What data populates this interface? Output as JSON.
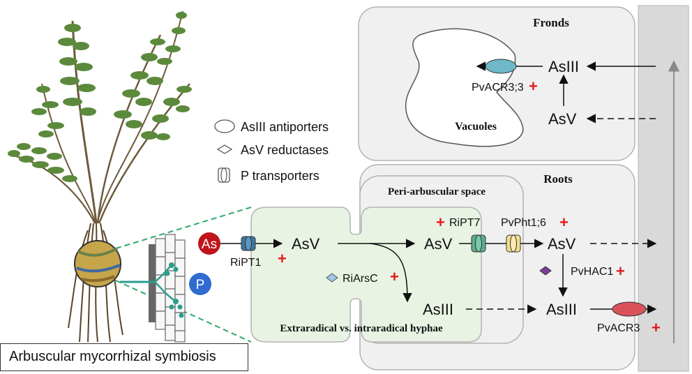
{
  "caption": "Arbuscular mycorrhizal symbiosis",
  "legend": {
    "antiporters": "AsIII antiporters",
    "reductases": "AsV reductases",
    "transporters": "P transporters"
  },
  "compartments": {
    "fronds": "Fronds",
    "roots": "Roots",
    "vacuoles": "Vacuoles",
    "peri_arbuscular": "Peri-arbuscular space",
    "hyphae": "Extraradical vs. intraradical hyphae"
  },
  "badges": {
    "as": "As",
    "p": "P"
  },
  "species": {
    "asv_hyphae": "AsV",
    "asv_peri": "AsV",
    "asiii_peri": "AsIII",
    "asv_root": "AsV",
    "asiii_root": "AsIII",
    "asiii_frond": "AsIII",
    "asv_frond": "AsV"
  },
  "proteins": {
    "ript1": "RiPT1",
    "riarsc": "RiArsC",
    "ript7": "RiPT7",
    "pvpht16": "PvPht1;6",
    "pvhac1": "PvHAC1",
    "pvacr3": "PvACR3",
    "pvacr33": "PvACR3;3"
  },
  "markers": {
    "plus": "+"
  },
  "colors": {
    "compartment_fill": "#f0f0f0",
    "compartment_stroke": "#b3b3b3",
    "hyphae_fill": "#e9f3e3",
    "vessel_fill": "#d9d9d9",
    "plus_red": "#e41a1c",
    "as_badge": "#c0141c",
    "p_badge": "#2f6bd0",
    "ript1": "#3c78a0",
    "ript7": "#58b08e",
    "pvpht16": "#f5de8c",
    "pvacr3": "#d9525a",
    "pvacr33": "#6fb8c8",
    "riarsc": "#9ec6e8",
    "pvhac1": "#7a3d9c",
    "dashed_green": "#2ea86b"
  }
}
